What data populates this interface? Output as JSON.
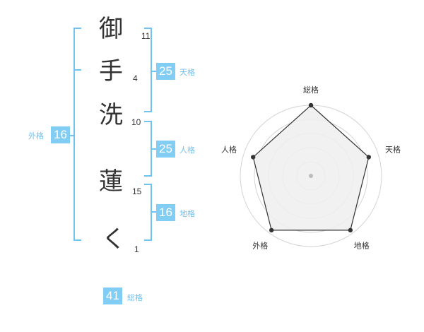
{
  "name": {
    "chars": [
      {
        "char": "御",
        "strokes": "11"
      },
      {
        "char": "手",
        "strokes": "4"
      },
      {
        "char": "洗",
        "strokes": "10"
      },
      {
        "char": "蓮",
        "strokes": "15"
      },
      {
        "char": "く",
        "strokes": "1"
      }
    ]
  },
  "fortune": {
    "tenkaku": {
      "value": "25",
      "label": "天格"
    },
    "jinkaku": {
      "value": "25",
      "label": "人格"
    },
    "chikaku": {
      "value": "16",
      "label": "地格"
    },
    "gaikaku": {
      "value": "16",
      "label": "外格"
    },
    "soukaku": {
      "value": "41",
      "label": "総格"
    }
  },
  "radar": {
    "axes": [
      "総格",
      "天格",
      "地格",
      "外格",
      "人格"
    ],
    "values": [
      1.0,
      0.86,
      0.95,
      0.95,
      0.86
    ],
    "colors": {
      "fill": "#eeeeee",
      "line": "#333333",
      "ring": "#d4d4d4",
      "center": "#bbbbbb"
    }
  },
  "colors": {
    "accent": "#82cdf4",
    "bracket": "#70c2ef"
  }
}
